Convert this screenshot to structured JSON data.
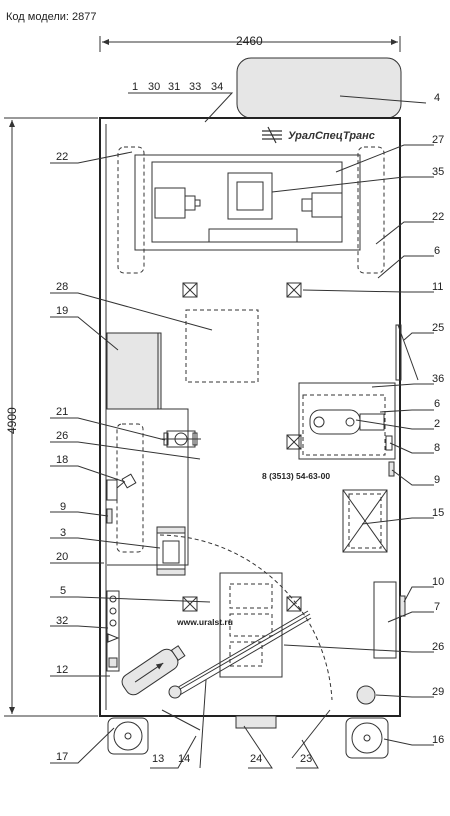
{
  "model_label": "Код модели: 2877",
  "brand": "УралСпецТранс",
  "phone": "8 (3513) 54-63-00",
  "website": "www.uralst.ru",
  "dimensions": {
    "width": "2460",
    "length": "4900"
  },
  "callouts": {
    "c1": "1",
    "c2": "2",
    "c3": "3",
    "c4": "4",
    "c5": "5",
    "c6a": "6",
    "c6b": "6",
    "c7": "7",
    "c8": "8",
    "c9a": "9",
    "c9b": "9",
    "c10": "10",
    "c11": "11",
    "c12": "12",
    "c13": "13",
    "c14": "14",
    "c15": "15",
    "c16": "16",
    "c17": "17",
    "c18": "18",
    "c19": "19",
    "c20": "20",
    "c21": "21",
    "c22a": "22",
    "c22b": "22",
    "c23": "23",
    "c24": "24",
    "c25": "25",
    "c26a": "26",
    "c26b": "26",
    "c27": "27",
    "c28": "28",
    "c29": "29",
    "c30": "30",
    "c31": "31",
    "c32": "32",
    "c33": "33",
    "c34": "34",
    "c35": "35",
    "c36": "36"
  }
}
